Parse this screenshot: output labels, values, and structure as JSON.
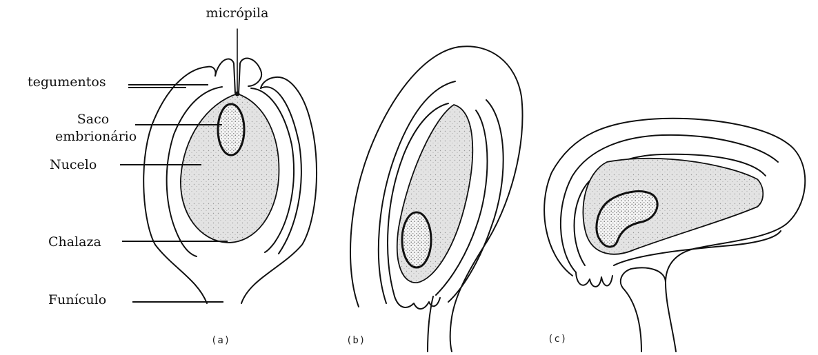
{
  "labels": {
    "micropyle": "micrópila",
    "integuments": "tegumentos",
    "embryo_sac_line1": "Saco",
    "embryo_sac_line2": "embrionário",
    "nucellus": "Nucelo",
    "chalaza": "Chalaza",
    "funiculus": "Funículo"
  },
  "panels": {
    "a": "(a)",
    "b": "(b)",
    "c": "(c)"
  },
  "colors": {
    "ink": "#111111",
    "nucellus_fill": "#dcdcdc",
    "embryo_sac_fill": "#f2f2f2"
  }
}
